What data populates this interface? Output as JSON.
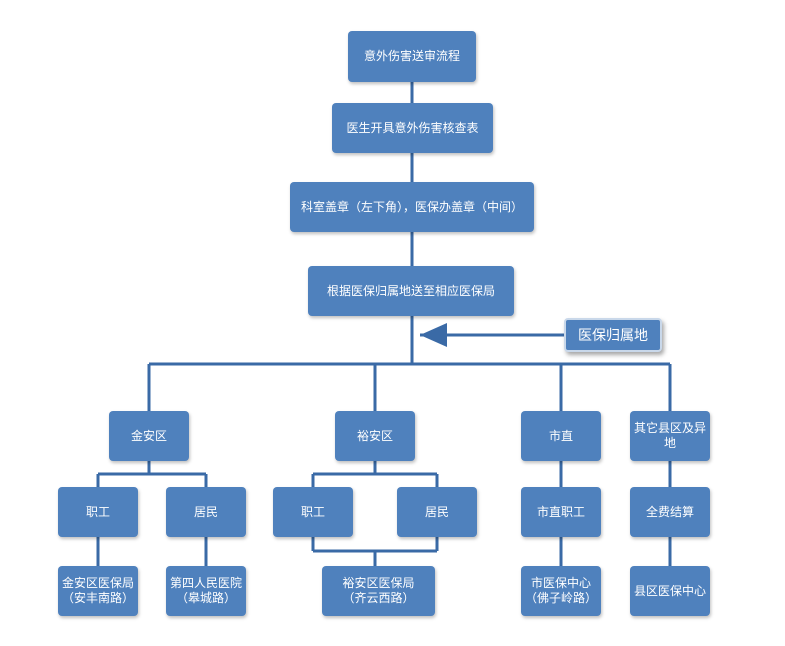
{
  "nodes": {
    "n1": "意外伤害送审流程",
    "n2": "医生开具意外伤害核查表",
    "n3": "科室盖章（左下角），医保办盖章（中间）",
    "n4": "根据医保归属地送至相应医保局",
    "note": "医保归属地",
    "jinan": "金安区",
    "yuan": "裕安区",
    "shizhi": "市直",
    "qita_l1": "其它县区及异",
    "qita_l2": "地",
    "jinan_zg": "职工",
    "jinan_jm": "居民",
    "yuan_zg": "职工",
    "yuan_jm": "居民",
    "shizhi_zg": "市直职工",
    "qita_qf": "全费结算",
    "jinan_ybj_l1": "金安区医保局",
    "jinan_ybj_l2": "（安丰南路）",
    "sirm_l1": "第四人民医院",
    "sirm_l2": "（皋城路）",
    "yuan_ybj_l1": "裕安区医保局",
    "yuan_ybj_l2": "（齐云西路）",
    "shi_yb_l1": "市医保中心",
    "shi_yb_l2": "（佛子岭路）",
    "xian_yb": "县区医保中心"
  },
  "colors": {
    "box": "#4f81bd",
    "connector": "#3a6aa6",
    "text": "#ffffff"
  }
}
